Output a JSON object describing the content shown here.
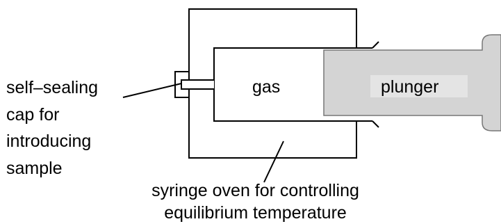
{
  "labels": {
    "cap": [
      "self–sealing",
      "cap for",
      "introducing",
      "sample"
    ],
    "gas": "gas",
    "plunger": "plunger",
    "oven": [
      "syringe oven for controlling",
      "equilibrium temperature"
    ]
  },
  "colors": {
    "line": "#000000",
    "plunger_fill": "#d4d4d4",
    "plunger_label_bg": "#e4e4e4",
    "background": "#ffffff"
  }
}
